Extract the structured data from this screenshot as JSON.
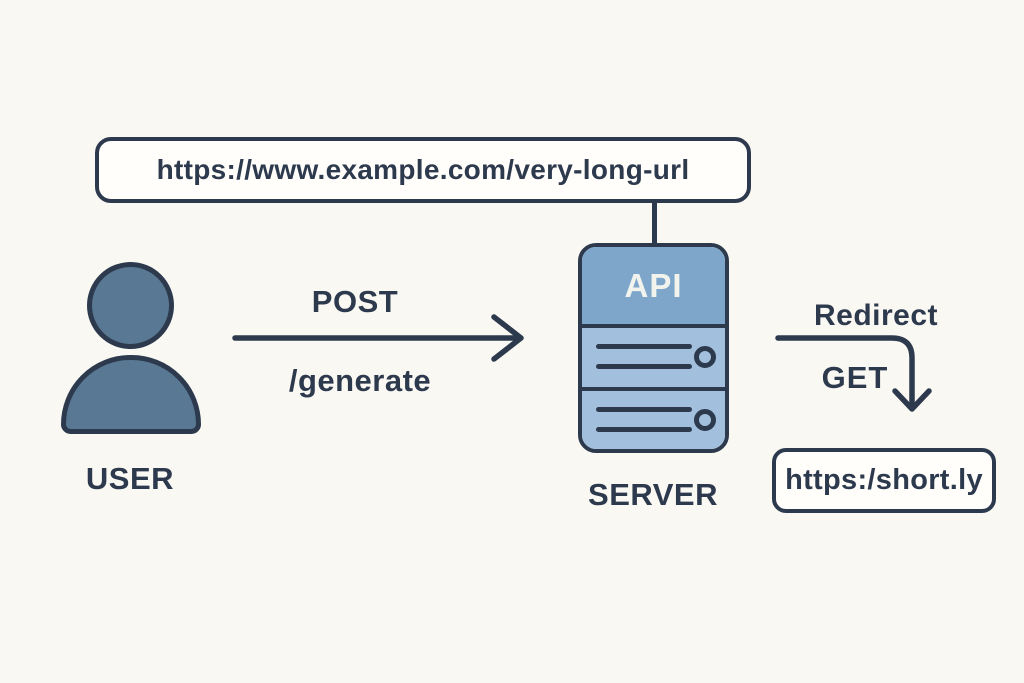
{
  "nodes": {
    "long_url": "https://www.example.com/very-long-url",
    "user": "USER",
    "api": "API",
    "server": "SERVER",
    "short_url": "https:/short.ly"
  },
  "edges": {
    "post_method": "POST",
    "post_path": "/generate",
    "redirect": "Redirect",
    "get_method": "GET"
  },
  "colors": {
    "background": "#faf8f2",
    "ink": "#2d3a4e",
    "user_fill": "#587893",
    "server_top_fill": "#7da6ca",
    "server_bay_fill": "#a2c0dd",
    "box_fill": "#fffefb",
    "api_text": "#f3f3ee"
  }
}
